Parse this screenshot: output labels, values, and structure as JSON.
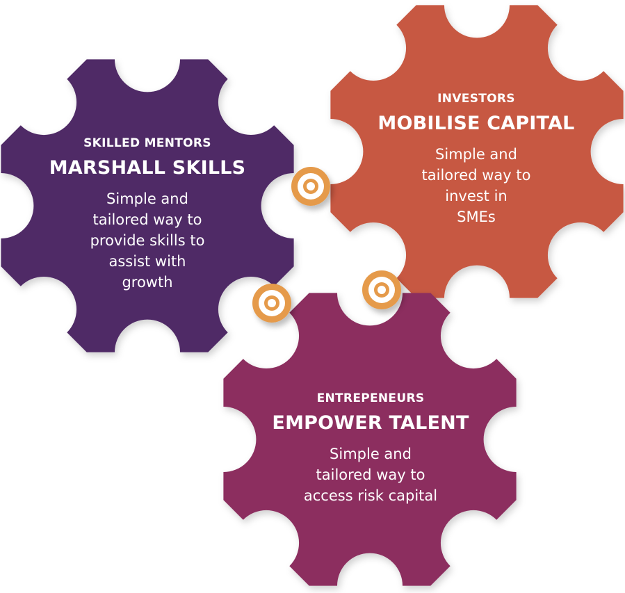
{
  "colors": {
    "mentors": "#4f2a66",
    "investors": "#c75842",
    "entrepreneurs": "#8c2f5f",
    "connector": "#e59a4a"
  },
  "gears": {
    "mentors": {
      "role": "SKILLED MENTORS",
      "headline": "MARSHALL SKILLS",
      "description": "Simple and\ntailored way to\nprovide skills to\nassist with\ngrowth"
    },
    "investors": {
      "role": "INVESTORS",
      "headline": "MOBILISE CAPITAL",
      "description": "Simple and\ntailored way to\ninvest in\nSMEs"
    },
    "entrepreneurs": {
      "role": "ENTREPENEURS",
      "headline": "EMPOWER TALENT",
      "description": "Simple and\ntailored way to\naccess risk capital"
    }
  }
}
